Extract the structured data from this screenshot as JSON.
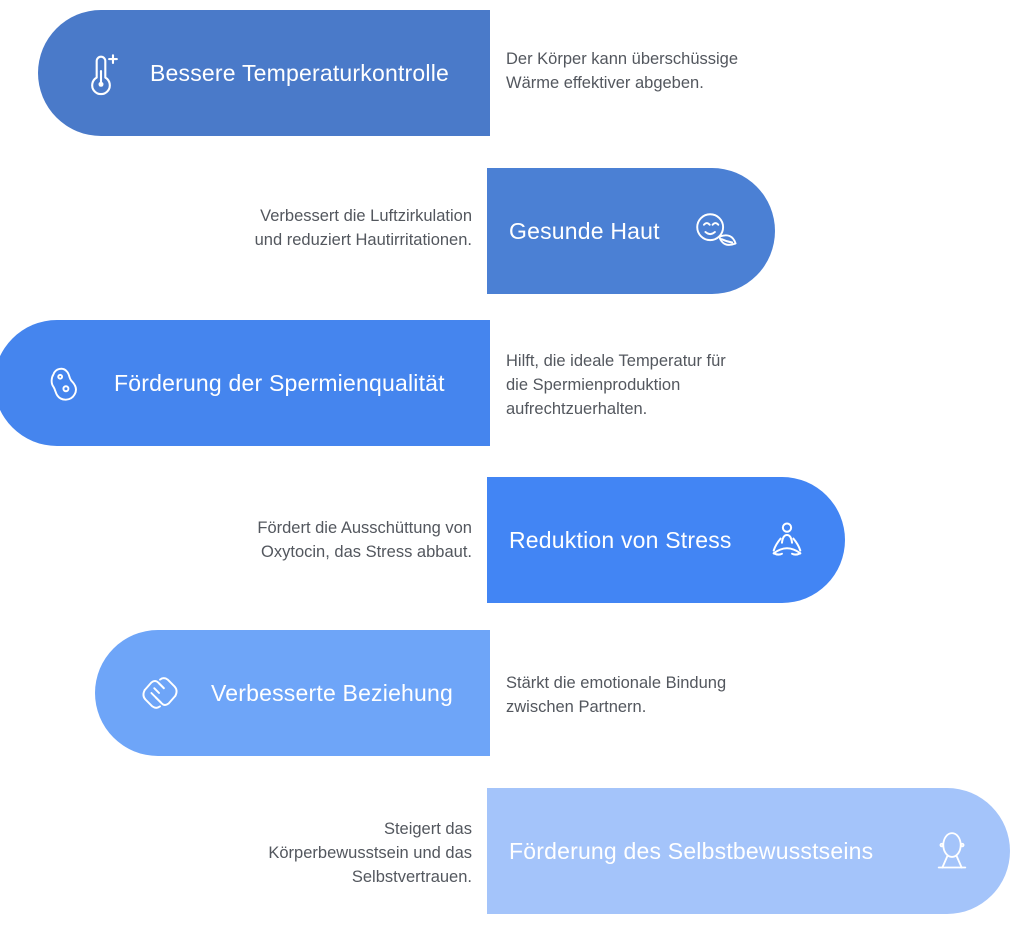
{
  "page": {
    "background": "#ffffff",
    "title_color": "#ffffff",
    "description_color": "#53575e"
  },
  "rows": [
    {
      "title": "Bessere Temperaturkontrolle",
      "description_lines": [
        "Der Körper kann überschüssige",
        "Wärme effektiver abgeben."
      ],
      "side": "left",
      "color": "#4a7ac9",
      "icon": "thermometer-plus-icon"
    },
    {
      "title": "Gesunde Haut",
      "description_lines": [
        "Verbessert die Luftzirkulation",
        "und reduziert Hautirritationen."
      ],
      "side": "right",
      "color": "#4b80d4",
      "icon": "face-leaf-icon"
    },
    {
      "title": "Förderung der Spermienqualität",
      "description_lines": [
        "Hilft, die ideale Temperatur für",
        "die Spermienproduktion",
        "aufrechtzuerhalten."
      ],
      "side": "left",
      "color": "#4585ee",
      "icon": "sperm-cell-icon"
    },
    {
      "title": "Reduktion von Stress",
      "description_lines": [
        "Fördert die Ausschüttung von",
        "Oxytocin, das Stress abbaut."
      ],
      "side": "right",
      "color": "#4285f4",
      "icon": "meditation-icon"
    },
    {
      "title": "Verbesserte Beziehung",
      "description_lines": [
        "Stärkt die emotionale Bindung",
        "zwischen Partnern."
      ],
      "side": "left",
      "color": "#6ea5f8",
      "icon": "clasped-hands-icon"
    },
    {
      "title": "Förderung des Selbstbewusstseins",
      "description_lines": [
        "Steigert das",
        "Körperbewusstsein und das",
        "Selbstvertrauen."
      ],
      "side": "right",
      "color": "#a4c4fa",
      "icon": "mirror-icon"
    }
  ]
}
